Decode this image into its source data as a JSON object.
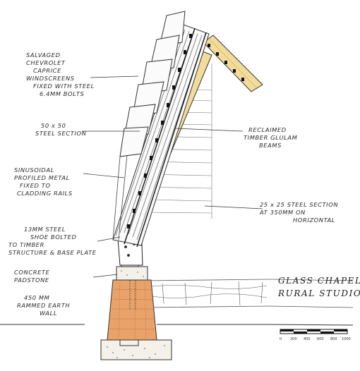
{
  "annotations": {
    "windscreens": [
      "SALVAGED",
      "CHEVROLET",
      "CAPRICE",
      "WINDSCREENS",
      "FIXED WITH STEEL",
      "6.4MM BOLTS"
    ],
    "steel_section": [
      "50 x 50",
      "STEEL SECTION"
    ],
    "glulam": [
      "RECLAIMED",
      "TIMBER GLULAM",
      "BEAMS"
    ],
    "sinusoidal": [
      "SINUSOIDAL",
      "PROFILED METAL",
      "FIXED TO",
      "CLADDING RAILS"
    ],
    "small_steel": [
      "25 x 25 STEEL SECTION",
      "AT 350MM ON",
      "HORIZONTAL"
    ],
    "shoe": [
      "13MM STEEL",
      "SHOE BOLTED",
      "TO TIMBER",
      "STRUCTURE & BASE PLATE"
    ],
    "padstone": [
      "CONCRETE",
      "PADSTONE"
    ],
    "rammed_earth": [
      "450 MM",
      "RAMMED EARTH",
      "WALL"
    ]
  },
  "title": [
    "GLASS CHAPEL",
    "RURAL STUDIO"
  ],
  "scale_bar": {
    "ticks": [
      "0",
      "200",
      "400",
      "600",
      "800",
      "1000"
    ]
  },
  "colors": {
    "ink": "#2a2a2a",
    "glulam": "#f3dc9a",
    "rammed_earth": "#e9a36a",
    "paper": "#ffffff"
  }
}
